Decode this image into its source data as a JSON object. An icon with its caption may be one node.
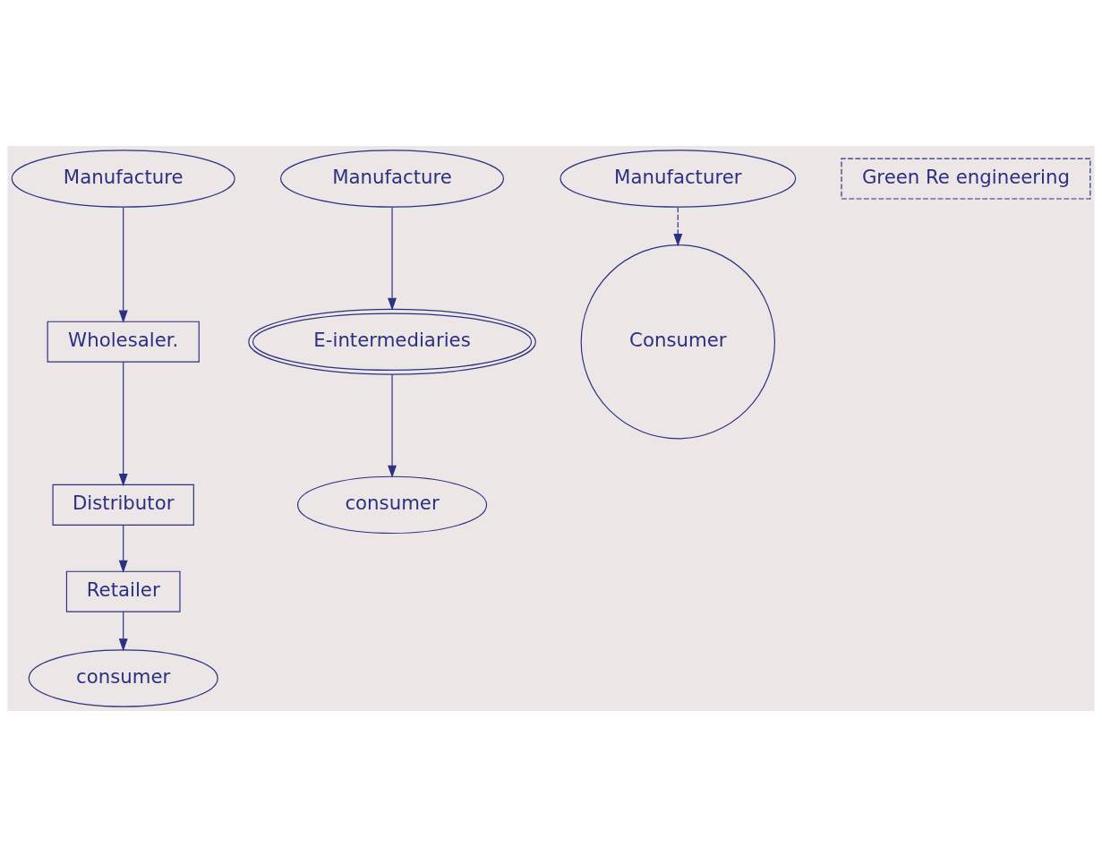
{
  "diagram": {
    "nodes": [
      {
        "text": [
          "Manufacture"
        ]
      },
      {
        "text": [
          "Wholesaler."
        ]
      },
      {
        "text": [
          "Distributor"
        ]
      },
      {
        "text": [
          "Retailer"
        ]
      },
      {
        "text": [
          "consumer"
        ]
      },
      {
        "text": [
          "Manufacture"
        ]
      },
      {
        "text": [
          "E-intermediaries"
        ]
      },
      {
        "text": [
          "consumer"
        ]
      },
      {
        "text": [
          "Manufacturer"
        ]
      },
      {
        "text": [
          "Green Re engineering"
        ]
      },
      {
        "text": [
          "Consumer"
        ]
      }
    ],
    "edges": [
      {
        "from": 0,
        "to": 1,
        "arrow": "to"
      },
      {
        "from": 1,
        "to": 2,
        "arrow": "to"
      },
      {
        "from": 2,
        "to": 3,
        "arrow": "to"
      },
      {
        "from": 3,
        "to": 4,
        "arrow": "to"
      },
      {
        "from": 5,
        "to": 6,
        "arrow": "to"
      },
      {
        "from": 6,
        "to": 7,
        "arrow": "to"
      },
      {
        "from": 8,
        "to": 10,
        "arrow": "to",
        "style": "dashed"
      }
    ]
  }
}
